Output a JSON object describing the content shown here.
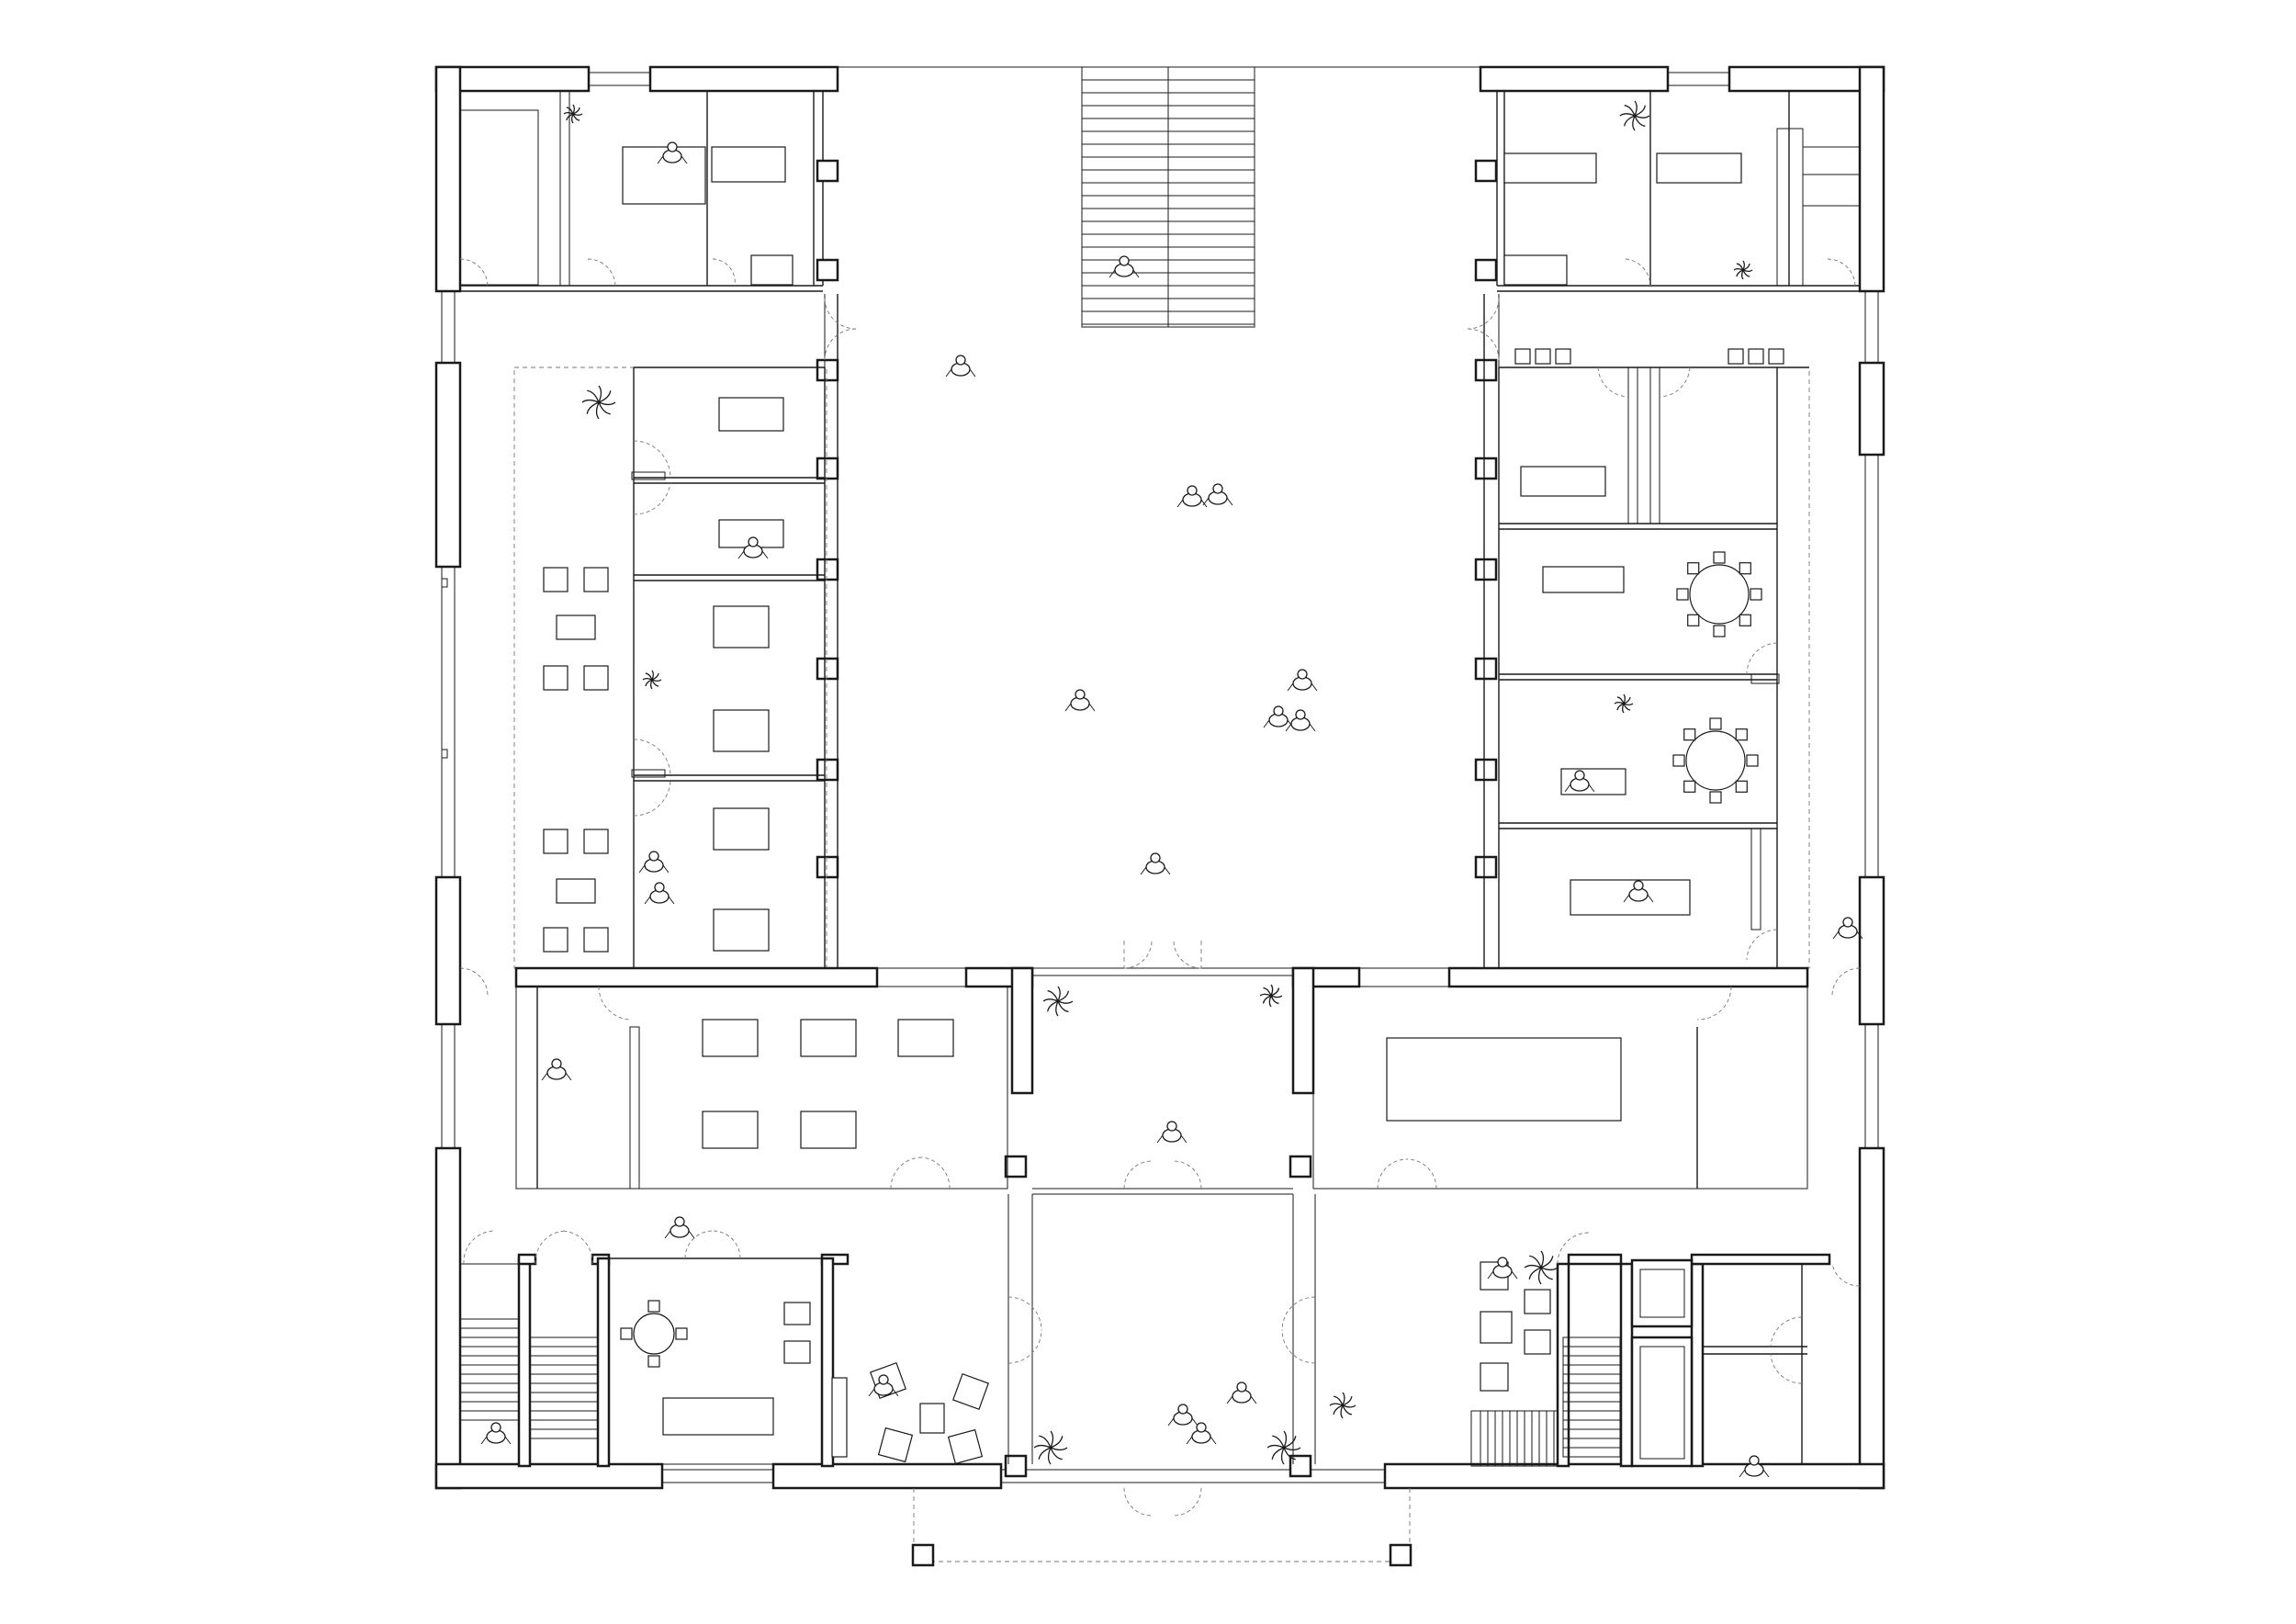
{
  "drawing": {
    "type": "architectural-floor-plan",
    "text_labels": [],
    "colors": {
      "ink": "#1a1a1a",
      "background": "#ffffff",
      "dashed": "#777777"
    },
    "symbols": [
      "wall",
      "column",
      "door-swing",
      "stair",
      "desk",
      "chair",
      "round-table",
      "armchair",
      "plant-icon",
      "person-icon"
    ]
  }
}
